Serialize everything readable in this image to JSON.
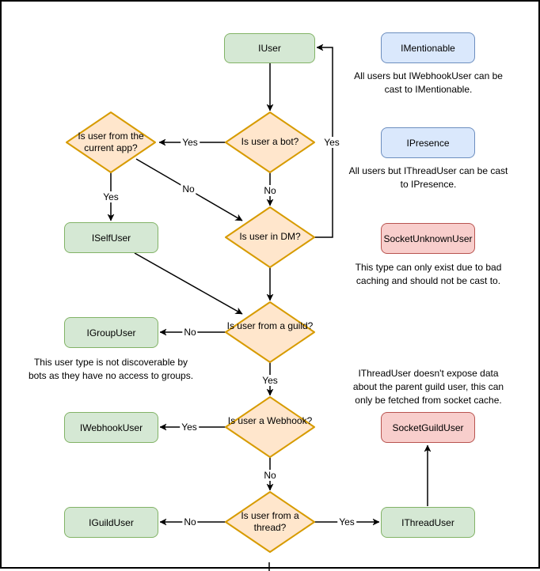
{
  "palette": {
    "node_green_fill": "#d5e8d4",
    "node_green_border": "#82b366",
    "node_blue_fill": "#dae8fc",
    "node_blue_border": "#6c8ebf",
    "node_red_fill": "#f8cecc",
    "node_red_border": "#b85450",
    "decision_fill": "#ffe6cc",
    "decision_border": "#d79b00",
    "line_color": "#000000"
  },
  "nodes": {
    "iuser": "IUser",
    "imentionable": "IMentionable",
    "ipresence": "IPresence",
    "socket_unknown_user": "SocketUnknownUser",
    "iself_user": "ISelfUser",
    "igroup_user": "IGroupUser",
    "iwebhook_user": "IWebhookUser",
    "iguild_user": "IGuildUser",
    "ithread_user": "IThreadUser",
    "socket_guild_user": "SocketGuildUser"
  },
  "decisions": {
    "is_bot": "Is user a bot?",
    "is_current_app": "Is user from the current app?",
    "is_dm": "Is user in DM?",
    "is_guild": "Is user from a guild?",
    "is_webhook": "Is user a Webhook?",
    "is_thread": "Is user from a thread?"
  },
  "edges": {
    "bot_to_current_app": "Yes",
    "bot_to_dm": "No",
    "current_app_to_self": "Yes",
    "current_app_to_dm": "No",
    "dm_to_iuser": "Yes",
    "guild_to_group": "No",
    "guild_to_webhook": "Yes",
    "webhook_to_webhookuser": "Yes",
    "webhook_to_thread": "No",
    "thread_to_guilduser": "No",
    "thread_to_threaduser": "Yes"
  },
  "captions": {
    "imentionable": "All users but IWebhookUser can be cast to IMentionable.",
    "ipresence": "All users but IThreadUser can be cast to IPresence.",
    "socket_unknown": "This type can only exist due to bad caching and should not be cast to.",
    "igroup": "This user type is not discoverable by bots as they have no access to groups.",
    "ithread": "IThreadUser doesn't expose data about the parent guild user, this can only be fetched from socket cache."
  }
}
